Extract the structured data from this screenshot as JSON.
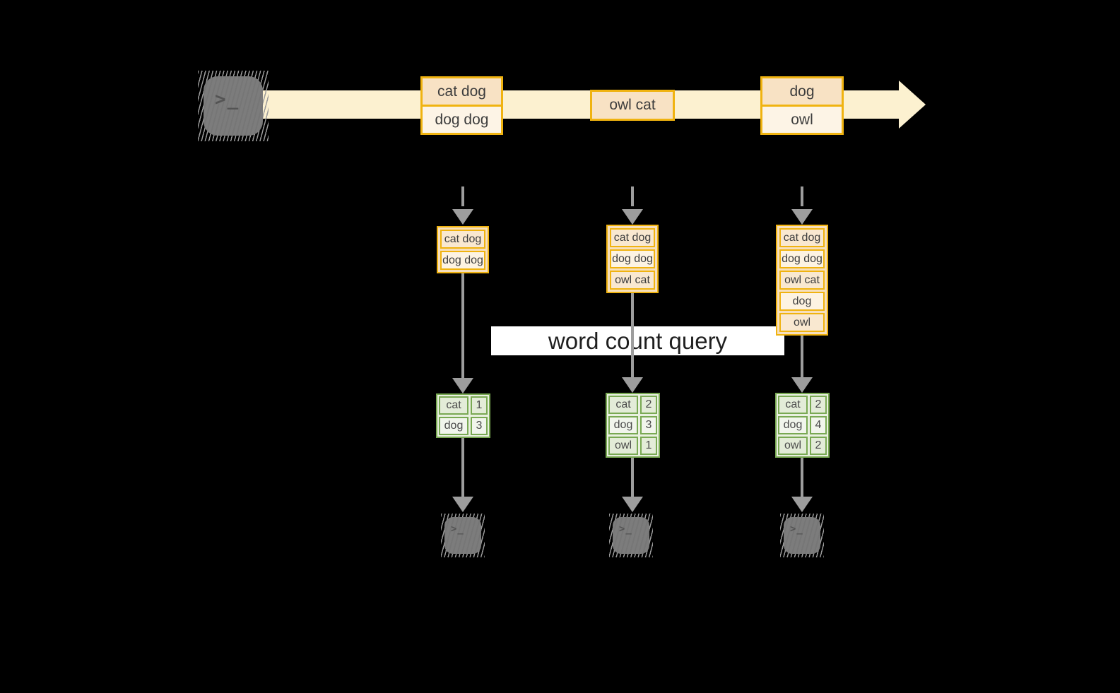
{
  "banner": {
    "label": "word count query"
  },
  "source": {
    "terminal_glyph": ">_"
  },
  "stream": {
    "batches": [
      {
        "lines": [
          "cat dog",
          "dog dog"
        ]
      },
      {
        "lines": [
          "owl cat"
        ]
      },
      {
        "lines": [
          "dog",
          "owl"
        ]
      }
    ]
  },
  "columns": [
    {
      "input_lines": [
        "cat dog",
        "dog dog"
      ],
      "counts": [
        {
          "word": "cat",
          "count": "1"
        },
        {
          "word": "dog",
          "count": "3"
        }
      ]
    },
    {
      "input_lines": [
        "cat dog",
        "dog dog",
        "owl cat"
      ],
      "counts": [
        {
          "word": "cat",
          "count": "2"
        },
        {
          "word": "dog",
          "count": "3"
        },
        {
          "word": "owl",
          "count": "1"
        }
      ]
    },
    {
      "input_lines": [
        "cat dog",
        "dog dog",
        "owl cat",
        "dog",
        "owl"
      ],
      "counts": [
        {
          "word": "cat",
          "count": "2"
        },
        {
          "word": "dog",
          "count": "4"
        },
        {
          "word": "owl",
          "count": "2"
        }
      ]
    }
  ],
  "colors": {
    "background": "#000000",
    "stream_band": "#fcf1d0",
    "box_border_gold": "#f0b310",
    "box_fill_peach": "#f8e2c4",
    "box_fill_cream": "#fdf4e6",
    "table_border_green": "#79a953",
    "table_fill_green_a": "#e3ecd8",
    "table_fill_green_b": "#f1f5ec",
    "arrow_gray": "#9d9d9d",
    "terminal_gray": "#7c7c7c",
    "banner_bg": "#ffffff"
  }
}
